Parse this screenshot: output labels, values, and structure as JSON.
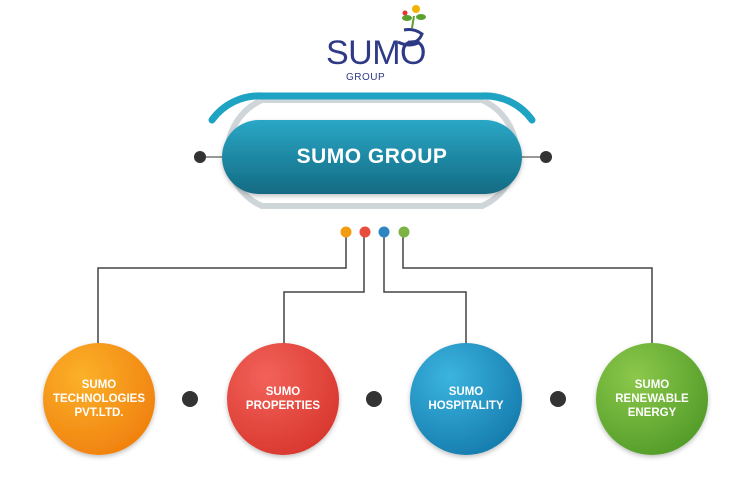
{
  "logo": {
    "wordmark": "SUMO",
    "subtitle": "GROUP"
  },
  "root": {
    "label": "SUMO GROUP"
  },
  "connector_dot_colors": [
    "#f39c12",
    "#e74c3c",
    "#2e86c1",
    "#7cb342"
  ],
  "colors": {
    "pill_dark": "#136a82",
    "pill_light": "#2aa7c6",
    "ring": "#1fa3c3",
    "ring_shadow": "#cfd6d9",
    "line": "#444444",
    "dot": "#333333"
  },
  "children": [
    {
      "label": "SUMO\nTECHNOLOGIES\nPVT.LTD.",
      "color_light": "#fbb12a",
      "color_dark": "#f07e0d"
    },
    {
      "label": "SUMO\nPROPERTIES",
      "color_light": "#f2625a",
      "color_dark": "#d7352b"
    },
    {
      "label": "SUMO\nHOSPITALITY",
      "color_light": "#3bb4e0",
      "color_dark": "#1479ab"
    },
    {
      "label": "SUMO\nRENEWABLE\nENERGY",
      "color_light": "#8cc84b",
      "color_dark": "#4f9a27"
    }
  ]
}
